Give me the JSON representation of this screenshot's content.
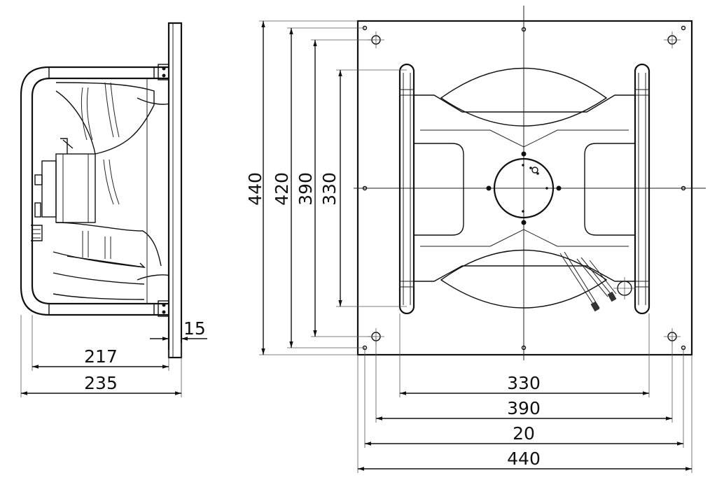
{
  "side_view": {
    "dim_flange": "15",
    "dim_depth_inner": "217",
    "dim_depth_total": "235"
  },
  "front_view": {
    "vertical_dims": [
      "440",
      "420",
      "390",
      "330"
    ],
    "horizontal_dims": [
      "330",
      "390",
      "20",
      "440"
    ]
  },
  "colors": {
    "line": "#111111",
    "background": "#ffffff"
  }
}
